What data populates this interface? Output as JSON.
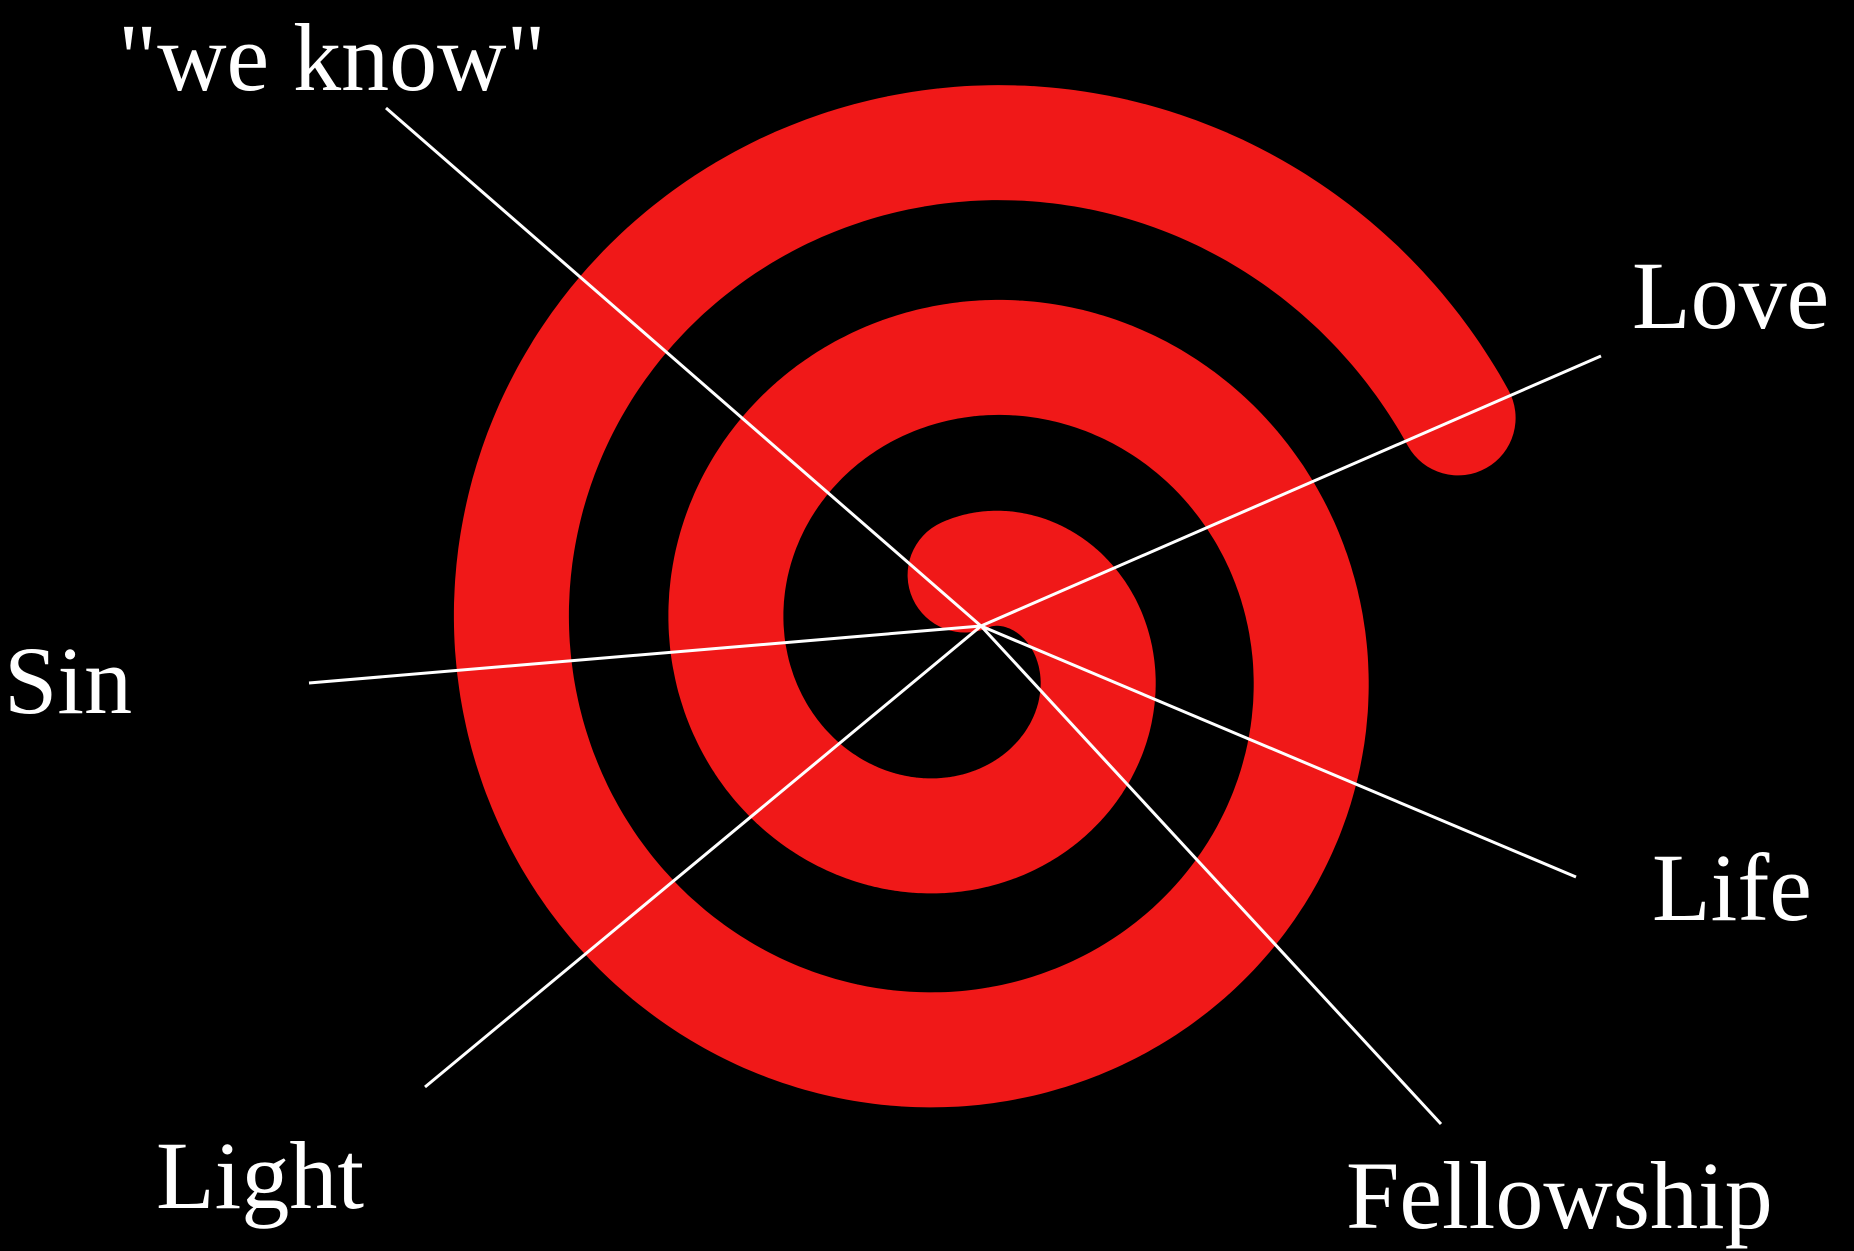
{
  "diagram": {
    "background_color": "#000000",
    "spiral_color": "#f01818",
    "line_color": "#ffffff",
    "label_color": "#ffffff",
    "labels": {
      "we_know": "\"we know\"",
      "love": "Love",
      "sin": "Sin",
      "life": "Life",
      "light": "Light",
      "fellowship": "Fellowship"
    }
  }
}
